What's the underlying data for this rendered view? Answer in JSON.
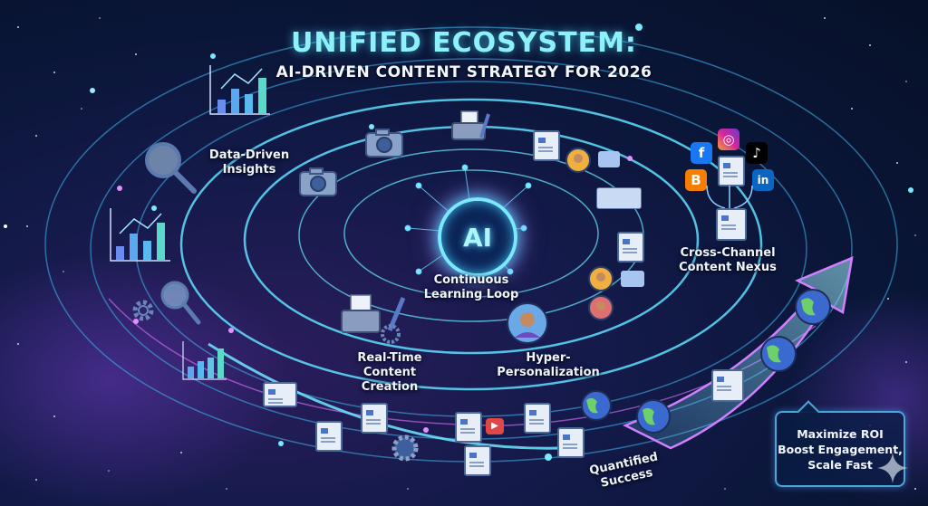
{
  "header": {
    "title": "UNIFIED ECOSYSTEM:",
    "subtitle": "AI-DRIVEN CONTENT STRATEGY FOR 2026"
  },
  "core": {
    "label": "AI",
    "caption_line1": "Continuous",
    "caption_line2": "Learning Loop"
  },
  "stages": {
    "insights": {
      "line1": "Data-Driven",
      "line2": "Insights",
      "icons": [
        "bar-chart-icon",
        "magnifier-icon",
        "camera-icon"
      ]
    },
    "creation": {
      "line1": "Real-Time",
      "line2": "Content Creation",
      "icons": [
        "typewriter-icon",
        "pen-icon",
        "gear-icon"
      ]
    },
    "personalization": {
      "line1": "Hyper-",
      "line2": "Personalization",
      "icons": [
        "user-avatar-icon",
        "chat-bubble-icon",
        "profile-card-icon"
      ]
    },
    "nexus": {
      "line1": "Cross-Channel",
      "line2": "Content Nexus",
      "icons": [
        "facebook-icon",
        "instagram-icon",
        "tiktok-icon",
        "blogger-icon",
        "linkedin-icon",
        "document-icon"
      ]
    },
    "success": {
      "label": "Quantified Success",
      "icons": [
        "globe-icon",
        "document-icon",
        "video-icon",
        "growth-arrow-icon"
      ]
    }
  },
  "callout": {
    "line1": "Maximize ROI",
    "line2": "Boost Engagement,",
    "line3": "Scale Fast"
  },
  "social": {
    "facebook": "f",
    "instagram": "◎",
    "tiktok": "♪",
    "blogger": "B",
    "linkedin": "in"
  },
  "colors": {
    "background": "#0a1638",
    "title": "#8ef0f8",
    "glow": "#4fd6ff",
    "accent_purple": "#c070ff",
    "facebook": "#1877f2",
    "instagram": "#d6249f",
    "tiktok": "#000000",
    "blogger": "#f57d00",
    "linkedin": "#0a66c2"
  }
}
